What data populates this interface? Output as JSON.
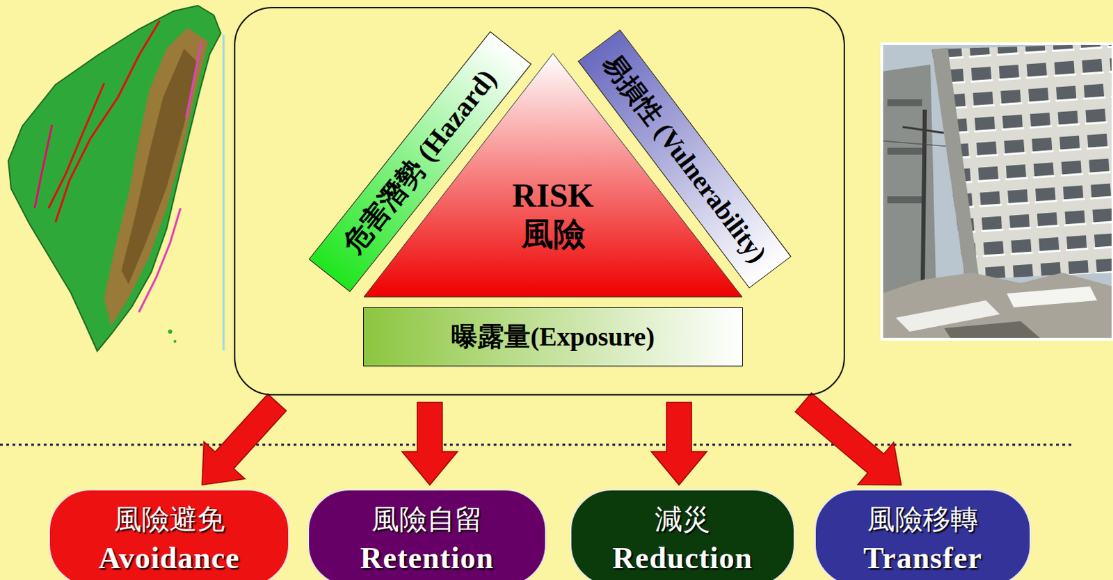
{
  "diagram": {
    "nodes": [
      {
        "text": []
      },
      {
        "text": [
          "危害潛勢 (Hazard)"
        ],
        "in": 0
      },
      {
        "text": [
          "易損性 (Vulnerability)"
        ],
        "in": 0
      },
      {
        "text": [
          "RISK",
          "風險"
        ],
        "in": 0
      },
      {
        "text": [
          "曝露量(Exposure)"
        ],
        "in": 0
      },
      {
        "text": [
          "風險避免",
          "Avoidance"
        ]
      },
      {
        "text": [
          "風險自留",
          "Retention"
        ]
      },
      {
        "text": [
          "減災",
          "Reduction"
        ]
      },
      {
        "text": [
          "風險移轉",
          "Transfer"
        ]
      }
    ],
    "edges": [
      {
        "from": 0,
        "to": 5,
        "arrow": "to"
      },
      {
        "from": 0,
        "to": 6,
        "arrow": "to"
      },
      {
        "from": 0,
        "to": 7,
        "arrow": "to"
      },
      {
        "from": 0,
        "to": 8,
        "arrow": "to"
      }
    ]
  }
}
